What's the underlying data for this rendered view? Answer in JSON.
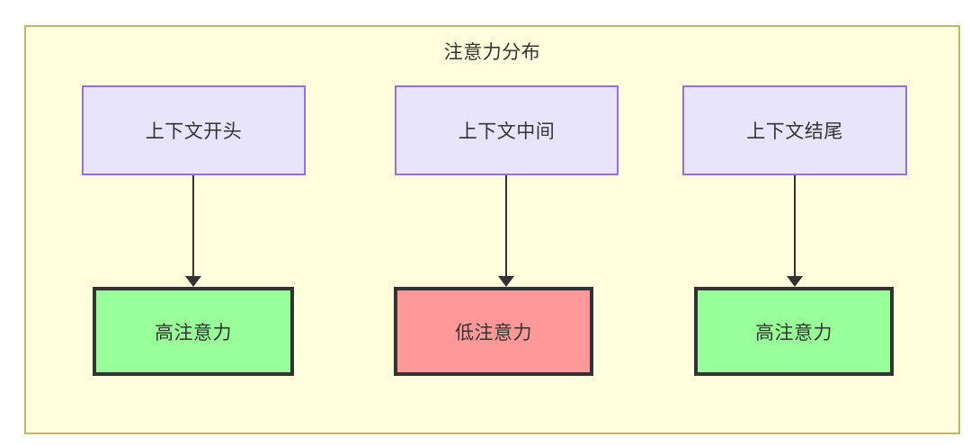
{
  "diagram": {
    "title": "注意力分布",
    "background_color": "#ffffdd",
    "border_color": "#bdb76b",
    "nodes": [
      {
        "id": "ctx-start",
        "label": "上下文开头",
        "role": "context-segment",
        "fill": "#e8e4fb",
        "stroke": "#9370db"
      },
      {
        "id": "ctx-middle",
        "label": "上下文中间",
        "role": "context-segment",
        "fill": "#e8e4fb",
        "stroke": "#9370db"
      },
      {
        "id": "ctx-end",
        "label": "上下文结尾",
        "role": "context-segment",
        "fill": "#e8e4fb",
        "stroke": "#9370db"
      },
      {
        "id": "attn-high-start",
        "label": "高注意力",
        "role": "attention-level",
        "fill": "#99ff99",
        "stroke": "#333333"
      },
      {
        "id": "attn-low-middle",
        "label": "低注意力",
        "role": "attention-level",
        "fill": "#ff9999",
        "stroke": "#333333"
      },
      {
        "id": "attn-high-end",
        "label": "高注意力",
        "role": "attention-level",
        "fill": "#99ff99",
        "stroke": "#333333"
      }
    ],
    "edges": [
      {
        "from": "ctx-start",
        "to": "attn-high-start",
        "arrow": "arrow-down-icon"
      },
      {
        "from": "ctx-middle",
        "to": "attn-low-middle",
        "arrow": "arrow-down-icon"
      },
      {
        "from": "ctx-end",
        "to": "attn-high-end",
        "arrow": "arrow-down-icon"
      }
    ]
  }
}
